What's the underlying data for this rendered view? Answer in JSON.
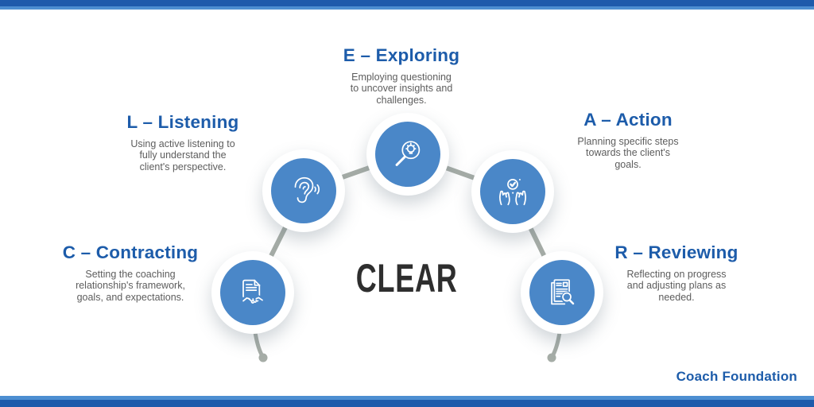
{
  "brand": "Coach Foundation",
  "center_label": "CLEAR",
  "theme": {
    "accent_blue": "#1d5caa",
    "bar_dark_blue": "#1e5aab",
    "bar_light_blue": "#4d8ed1",
    "circle_blue": "#4a87c8",
    "connector_gray": "#a6ada7",
    "body_text_gray": "#5d5d5d",
    "center_label_color": "#2e2e2e"
  },
  "steps": [
    {
      "letter": "C",
      "title": "C – Contracting",
      "description": "Setting the coaching\nrelationship's framework,\ngoals, and expectations.",
      "icon": "contract-document-handshake-icon"
    },
    {
      "letter": "L",
      "title": "L – Listening",
      "description": "Using active listening to\nfully understand the\nclient's perspective.",
      "icon": "ear-sound-waves-icon"
    },
    {
      "letter": "E",
      "title": "E – Exploring",
      "description": "Employing questioning\nto uncover insights and\nchallenges.",
      "icon": "magnifier-lightbulb-icon"
    },
    {
      "letter": "A",
      "title": "A – Action",
      "description": "Planning specific steps\ntowards the client's\ngoals.",
      "icon": "hands-holding-checkmark-icon"
    },
    {
      "letter": "R",
      "title": "R – Reviewing",
      "description": "Reflecting on progress\nand adjusting plans as\nneeded.",
      "icon": "documents-magnifier-icon"
    }
  ]
}
